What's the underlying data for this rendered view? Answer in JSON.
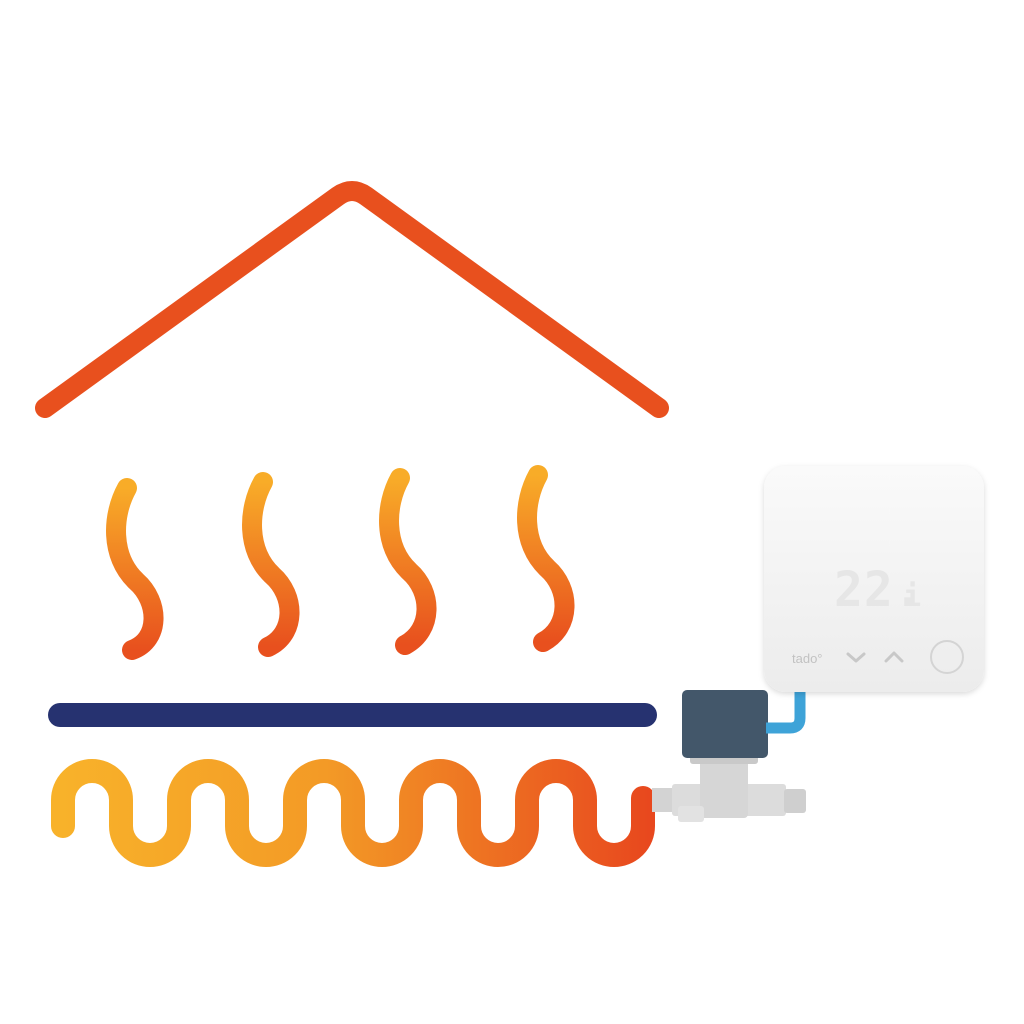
{
  "thermostat": {
    "brand": "tado°",
    "display_value": "22.",
    "display_superscript": "i",
    "icons": [
      "chevron-down-icon",
      "chevron-up-icon",
      "round-button-icon"
    ]
  },
  "colors": {
    "roof": "#E8501E",
    "floor_line": "#263270",
    "wave_top": "#F8AC28",
    "wave_bottom": "#E8501E",
    "pipe_start": "#F8B22A",
    "pipe_end": "#E8481E",
    "thermostat_body": "#F4F4F4",
    "display_digits": "#E6E6E6",
    "actuator": "#43576A",
    "valve": "#DCDCDC",
    "wire": "#3EA3D8"
  }
}
